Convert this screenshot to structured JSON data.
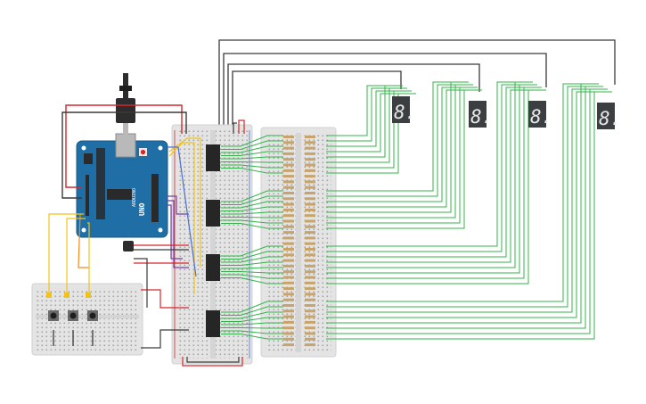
{
  "arduino": {
    "brand": "ARDUINO",
    "model": "UNO"
  },
  "displays": [
    {
      "digit": "8."
    },
    {
      "digit": "8."
    },
    {
      "digit": "8."
    },
    {
      "digit": "8."
    }
  ],
  "wire_colors": {
    "green": "#33b44a",
    "black": "#3a3a3a",
    "red": "#d6262b",
    "yellow": "#f2c21b",
    "orange": "#f08a1c",
    "purple": "#7b3fa0",
    "blue": "#4b6fd1"
  },
  "components": {
    "board_color": "#1f6fa6",
    "breadboard_color": "#e4e4e4",
    "display_color": "#3c3f42",
    "segment_color": "#e8e8e8"
  }
}
